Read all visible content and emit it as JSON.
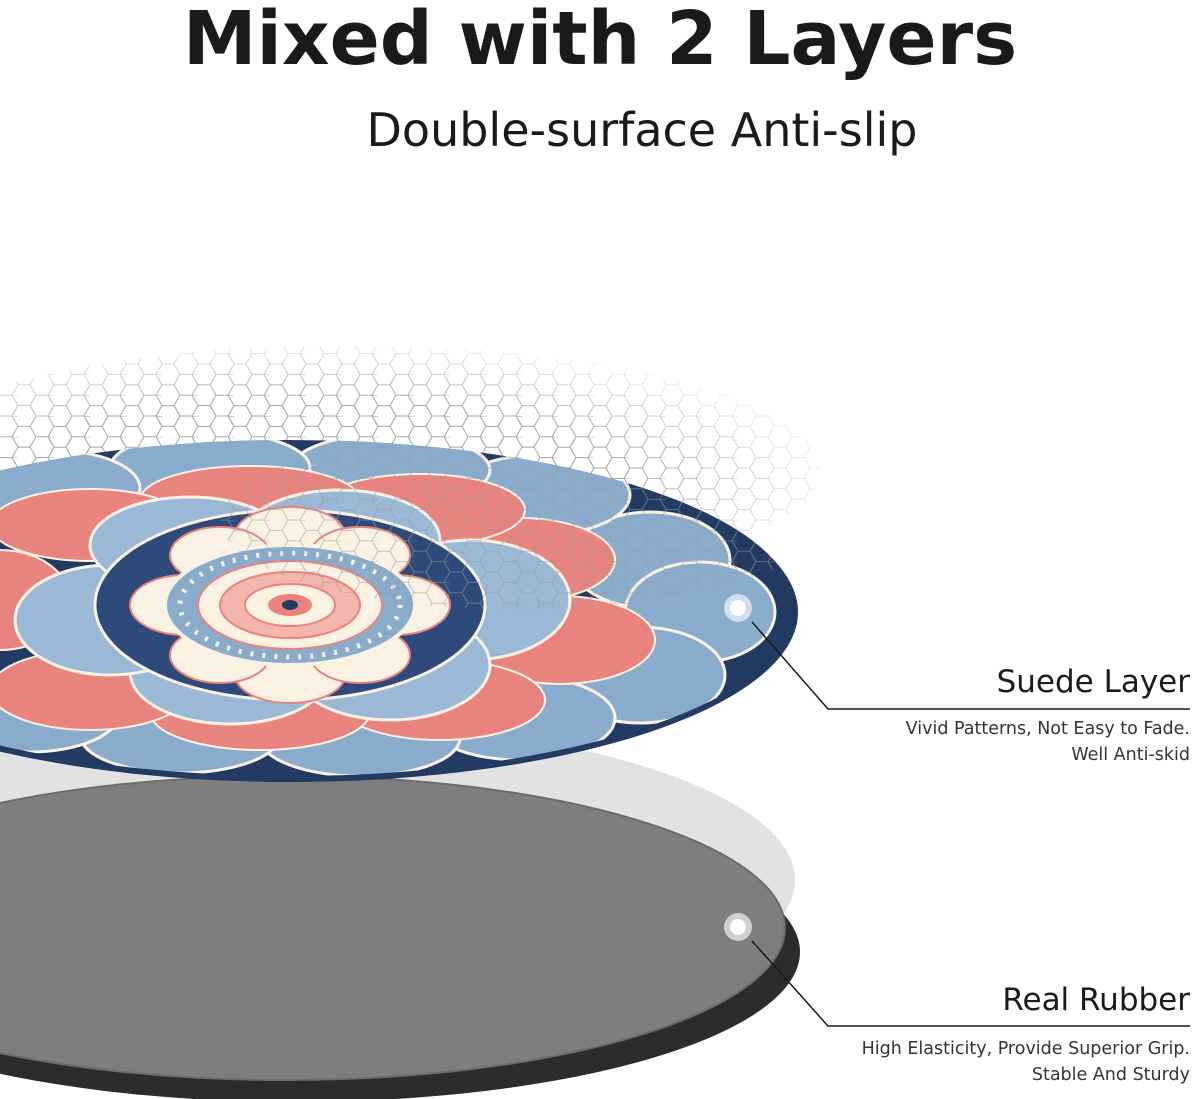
{
  "header": {
    "title": "Mixed with 2 Layers",
    "subtitle": "Double-surface Anti-slip"
  },
  "layers": [
    {
      "name": "Suede Layer",
      "desc_lines": [
        "Vivid Patterns, Not Easy to Fade.",
        "Well Anti-skid"
      ]
    },
    {
      "name": "Real Rubber",
      "desc_lines": [
        "High Elasticity, Provide Superior Grip.",
        "Stable And Sturdy"
      ]
    }
  ],
  "colors": {
    "navy": "#233a63",
    "blue_light": "#8aaccc",
    "coral": "#e8837d",
    "cream": "#fbf2e4",
    "rubber_grey": "#7e7e7e",
    "rubber_dark": "#2c2c2c"
  }
}
